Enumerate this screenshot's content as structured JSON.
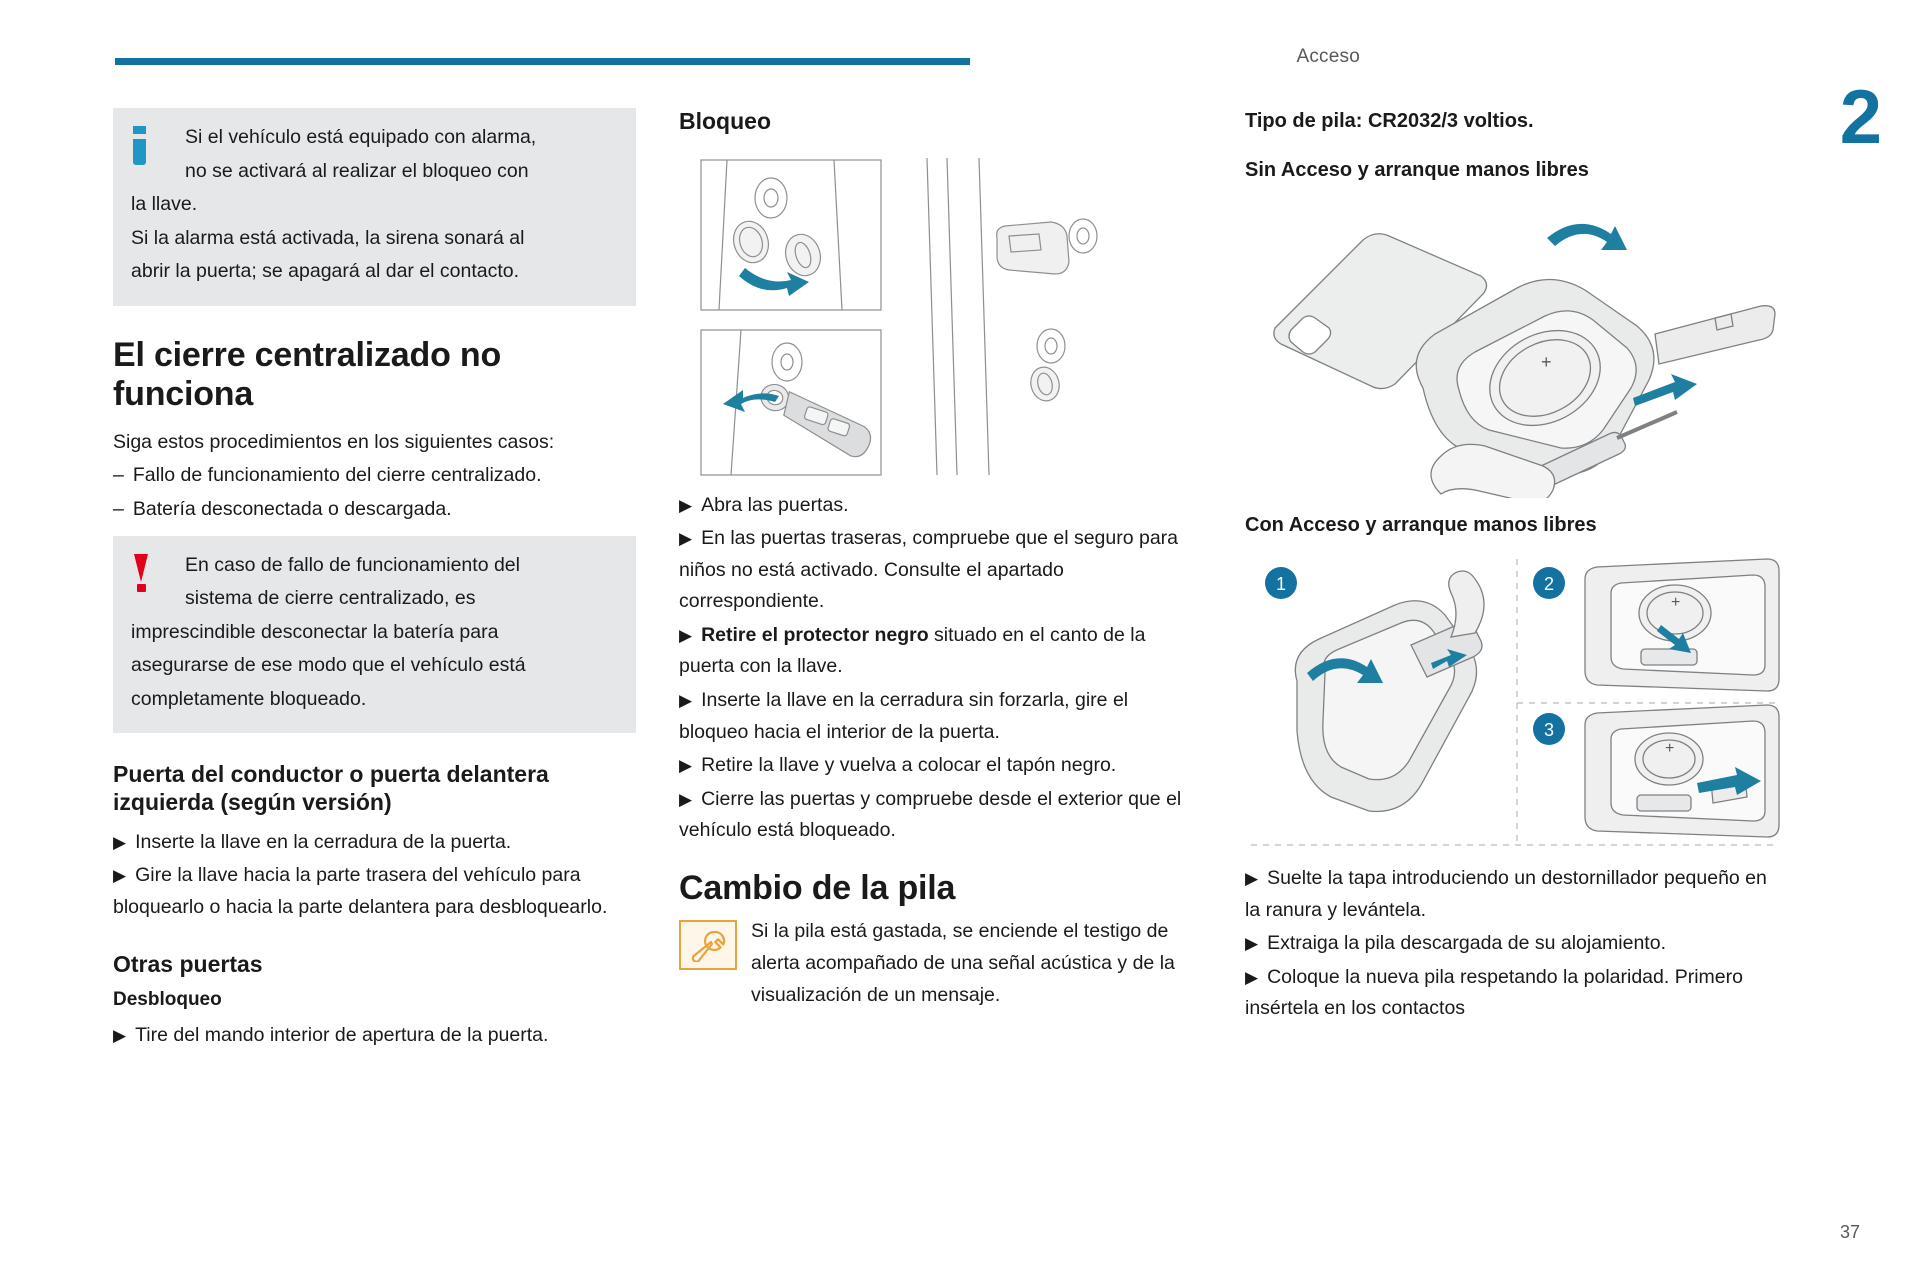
{
  "header": {
    "section_title": "Acceso",
    "chapter_number": "2",
    "page_number": "37"
  },
  "column1": {
    "info_callout": {
      "icon": "info-icon",
      "lines": [
        "Si el vehículo está equipado con alarma,",
        "no se activará al realizar el bloqueo con",
        "la llave.",
        "Si la alarma está activada, la sirena sonará al",
        "abrir la puerta; se apagará al dar el contacto."
      ]
    },
    "heading_main": "El cierre centralizado no funciona",
    "intro": "Siga estos procedimientos en los siguientes casos:",
    "dash_items": [
      "Fallo de funcionamiento del cierre centralizado.",
      "Batería desconectada o descargada."
    ],
    "warning_callout": {
      "icon": "warning-icon",
      "lines": [
        "En caso de fallo de funcionamiento del",
        "sistema de cierre centralizado, es",
        "imprescindible desconectar la batería para",
        "asegurarse de ese modo que el vehículo está",
        "completamente bloqueado."
      ]
    },
    "heading_door": "Puerta del conductor o puerta delantera izquierda (según versión)",
    "door_bullets": [
      "Inserte la llave en la cerradura de la puerta.",
      "Gire la llave hacia la parte trasera del vehículo para bloquearlo o hacia la parte delantera para desbloquearlo."
    ],
    "heading_other_doors": "Otras puertas",
    "heading_unlock": "Desbloqueo",
    "unlock_bullets": [
      "Tire del mando interior de apertura de la puerta."
    ]
  },
  "column2": {
    "heading_lock": "Bloqueo",
    "illustration_name": "door-lock-cap-and-key-diagram",
    "bullets": [
      {
        "text": "Abra las puertas.",
        "bold_prefix": ""
      },
      {
        "text": "En las puertas traseras, compruebe que el seguro para niños no está activado. Consulte el apartado correspondiente.",
        "bold_prefix": ""
      },
      {
        "text": " situado en el canto de la puerta con la llave.",
        "bold_prefix": "Retire el protector negro"
      },
      {
        "text": "Inserte la llave en la cerradura sin forzarla, gire el bloqueo hacia el interior de la puerta.",
        "bold_prefix": ""
      },
      {
        "text": "Retire la llave y vuelva a colocar el tapón negro.",
        "bold_prefix": ""
      },
      {
        "text": "Cierre las puertas y compruebe desde el exterior que el vehículo está bloqueado.",
        "bold_prefix": ""
      }
    ],
    "heading_battery": "Cambio de la pila",
    "battery_note": "Si la pila está gastada, se enciende el testigo de alerta acompañado de una señal acústica y de la visualización de un mensaje.",
    "wrench_icon": "wrench-icon"
  },
  "column3": {
    "battery_type": "Tipo de pila: CR2032/3 voltios.",
    "heading_without": "Sin Acceso y arranque manos libres",
    "illustration_without_name": "key-fob-battery-replacement-screwdriver-diagram",
    "heading_with": "Con Acceso y arranque manos libres",
    "illustration_with_name": "keyless-fob-battery-replacement-steps-diagram",
    "step_badges": [
      "1",
      "2",
      "3"
    ],
    "bullets": [
      "Suelte la tapa introduciendo un destornillador pequeño en la ranura y levántela.",
      "Extraiga la pila descargada de su alojamiento.",
      "Coloque la nueva pila respetando la polaridad. Primero insértela en los contactos"
    ]
  },
  "colors": {
    "accent_blue": "#1372a0",
    "info_blue": "#2196c4",
    "warning_red": "#e3001b",
    "callout_gray": "#e6e7e8",
    "wrench_orange": "#e8a33d"
  }
}
